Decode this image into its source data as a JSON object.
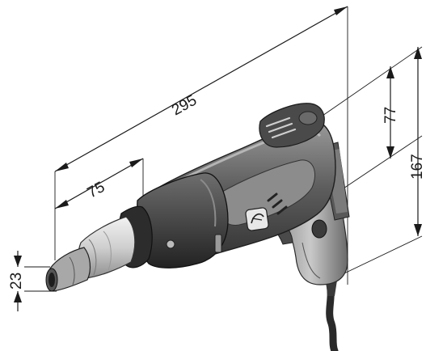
{
  "dimensions": {
    "overall_length": "295",
    "nozzle_length": "75",
    "height_top": "77",
    "height_total": "167",
    "nozzle_diameter": "23"
  },
  "brand_logo": "fein-logo",
  "colors": {
    "body_dark": "#3e3e3e",
    "body_mid": "#6b6b6b",
    "body_light": "#a9a9a9",
    "nozzle": "#d0d0d0",
    "lines": "#1a1a1a"
  }
}
